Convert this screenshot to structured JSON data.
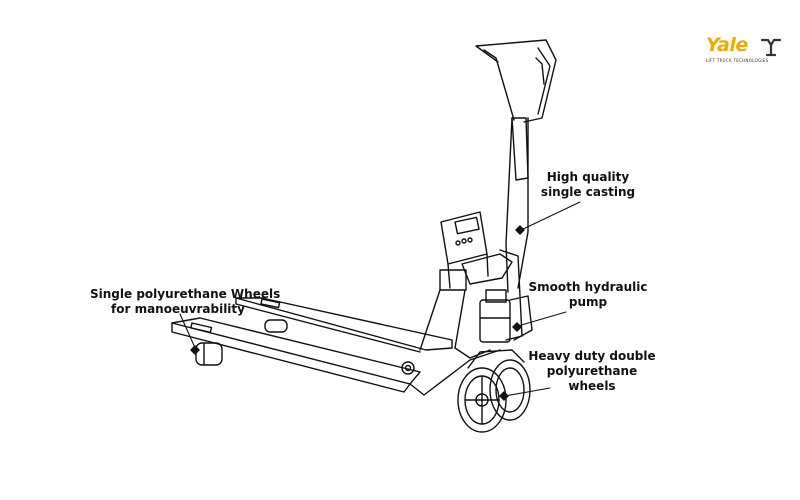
{
  "brand": {
    "name": "Yale",
    "tagline": "LIFT TRUCK TECHNOLOGIES",
    "color": "#f2a900",
    "mark_icon": "yale-emblem-icon"
  },
  "callouts": {
    "casting": [
      "High quality",
      "single casting"
    ],
    "pump": [
      "Smooth hydraulic",
      "pump"
    ],
    "wheels_double": [
      "Heavy duty double",
      "polyurethane",
      "wheels"
    ],
    "wheels_single": [
      "Single polyurethane Wheels",
      "for manoeuvrability"
    ]
  },
  "colors": {
    "line": "#111111",
    "background": "#ffffff"
  }
}
